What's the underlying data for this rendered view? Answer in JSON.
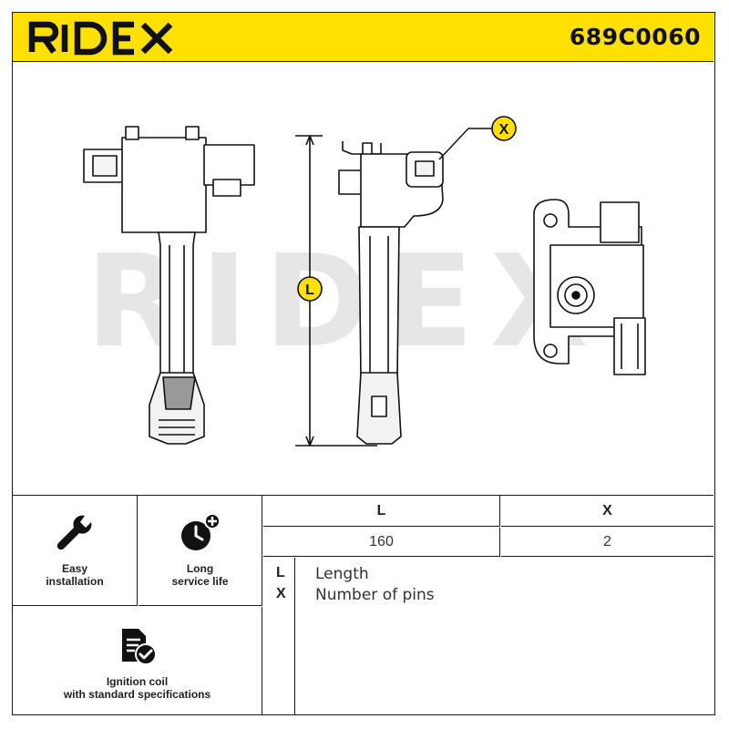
{
  "brand": {
    "logo_text": "RIDEX",
    "part_number": "689C0060",
    "header_color": "#ffe000"
  },
  "drawing": {
    "watermark": "RIDEX",
    "dimension_label_L": "L",
    "callout_label_X": "X",
    "callout_color": "#ffe000"
  },
  "features": [
    {
      "icon": "wrench-icon",
      "label_line1": "Easy",
      "label_line2": "installation"
    },
    {
      "icon": "clock-plus-icon",
      "label_line1": "Long",
      "label_line2": "service life"
    },
    {
      "icon": "document-check-icon",
      "label_line1": "Ignition coil",
      "label_line2": "with standard specifications"
    }
  ],
  "spec_table": {
    "headers": [
      "L",
      "X"
    ],
    "values": [
      "160",
      "2"
    ]
  },
  "legend": [
    {
      "key": "L",
      "text": "Length"
    },
    {
      "key": "X",
      "text": "Number of pins"
    }
  ]
}
